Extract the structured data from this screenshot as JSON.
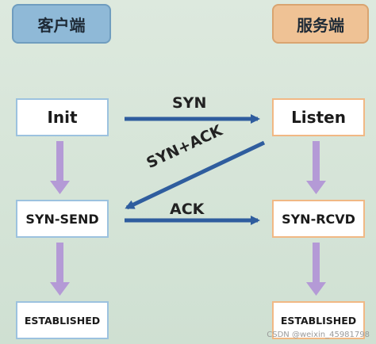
{
  "headers": {
    "client": "客户端",
    "server": "服务端"
  },
  "client_states": [
    "Init",
    "SYN-SEND",
    "ESTABLISHED"
  ],
  "server_states": [
    "Listen",
    "SYN-RCVD",
    "ESTABLISHED"
  ],
  "messages": {
    "syn": "SYN",
    "syn_ack": "SYN+ACK",
    "ack": "ACK"
  },
  "watermark": "CSDN @weixin_45981798",
  "colors": {
    "background": "#d6e5d8",
    "client_header": "#8fb9d7",
    "server_header": "#efc295",
    "message_arrow": "#2f5d9e",
    "state_arrow": "#b49ad6"
  }
}
